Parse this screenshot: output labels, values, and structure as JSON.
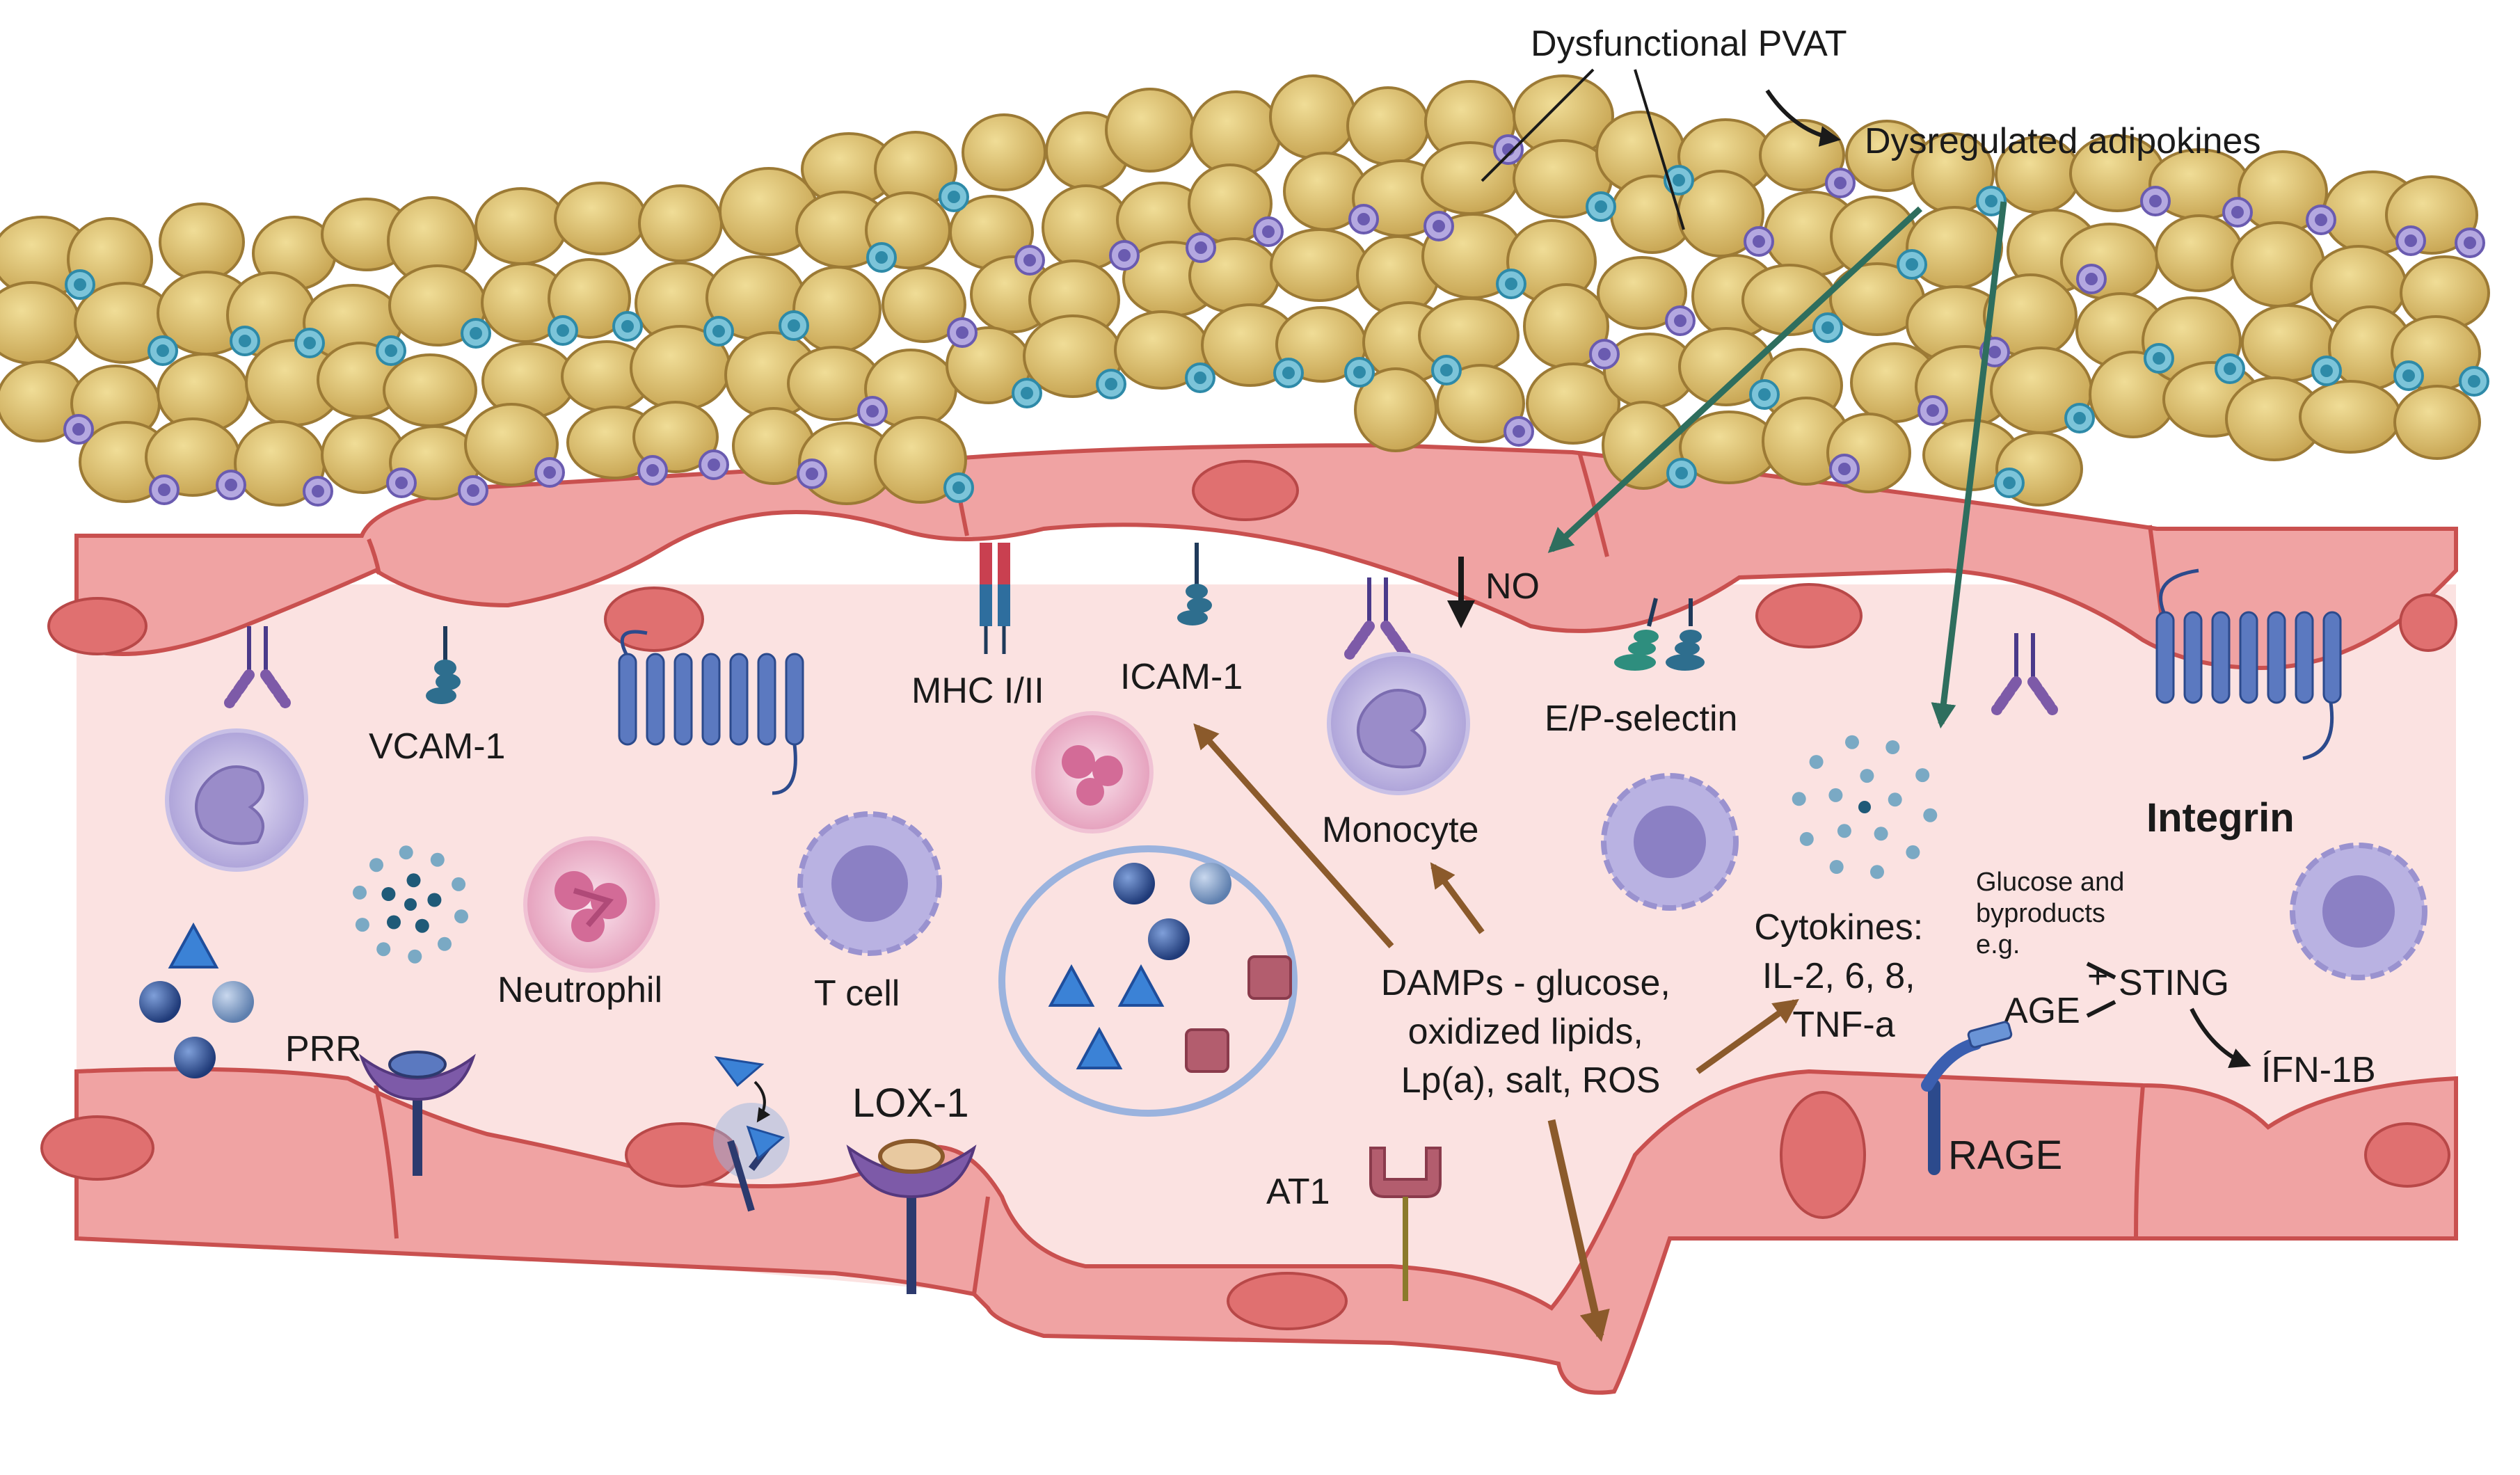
{
  "labels": {
    "dysfunctional_pvat": "Dysfunctional PVAT",
    "dysregulated_adipokines": "Dysregulated adipokines",
    "no": "NO",
    "vcam1": "VCAM-1",
    "mhc": "MHC I/II",
    "icam1": "ICAM-1",
    "ep_selectin": "E/P-selectin",
    "integrin": "Integrin",
    "monocyte": "Monocyte",
    "neutrophil": "Neutrophil",
    "t_cell": "T cell",
    "prr": "PRR",
    "lox1": "LOX-1",
    "at1": "AT1",
    "damps_lines": [
      "DAMPs - glucose,",
      "oxidized lipids,",
      "Lp(a), salt, ROS"
    ],
    "cytokines_lines": [
      "Cytokines:",
      "IL-2, 6, 8,",
      "TNF-a"
    ],
    "glucose_lines": [
      "Glucose and",
      "byproducts",
      "e.g."
    ],
    "age": "AGE",
    "plus": "+",
    "sting": "STING",
    "ifn": "ÍFN-1B",
    "rage": "RAGE"
  },
  "colors": {
    "vessel_wall": "#f0a3a3",
    "vessel_edge": "#c9504f",
    "nucleus": "#e07070",
    "lumen": "#fbe2e1",
    "adipocyte": "#e3c877",
    "adipocyte_edge": "#9c7a35",
    "green_arrow": "#2e6e5e",
    "brown_arrow": "#8b5a2b",
    "receptor_blue": "#5b79c0",
    "receptor_purple": "#7d5aa8",
    "particle_blue": "#2c4a8c",
    "triangle_blue": "#3b82d6",
    "square_red": "#b35d6e"
  },
  "icons": [
    "adipocyte",
    "immune-cell",
    "receptor",
    "arrow",
    "triangle",
    "square",
    "sphere"
  ]
}
